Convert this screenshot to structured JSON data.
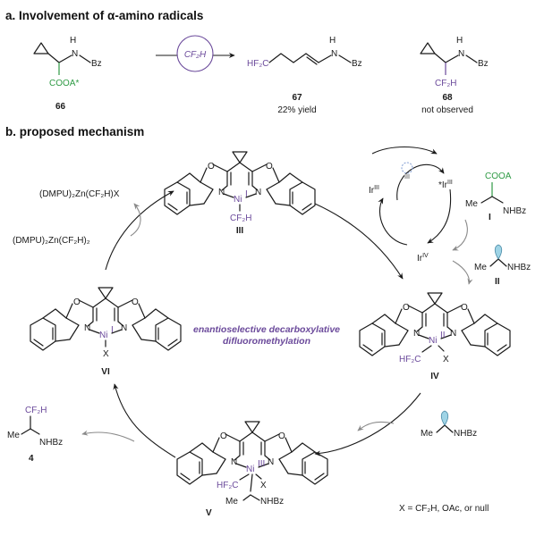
{
  "panel_a": {
    "heading": "a. Involvement of α-amino radicals",
    "reagent": "CF₂H",
    "cpd66": {
      "n": "H",
      "nbz": "N",
      "bz": "Bz",
      "cooa": "COOA*",
      "id": "66"
    },
    "cpd67": {
      "hf2c": "HF₂C",
      "h": "H",
      "n": "N",
      "bz": "Bz",
      "id": "67",
      "yield": "22% yield"
    },
    "cpd68": {
      "h": "H",
      "n": "N",
      "bz": "Bz",
      "cf2h": "CF₂H",
      "id": "68",
      "status": "not observed"
    }
  },
  "panel_b": {
    "heading": "b. proposed mechanism",
    "zn_out": "(DMPU)₂Zn(CF₂H)X",
    "zn_in": "(DMPU)₂Zn(CF₂H)₂",
    "note_line1": "enantioselective decarboxylative",
    "note_line2": "difluoromethylation",
    "x_note": "X = CF₂H, OAc, or null",
    "ir3": "Ir",
    "ir3_ox": "III",
    "ir3s": "*Ir",
    "ir3s_ox": "III",
    "ir4": "Ir",
    "ir4_ox": "IV",
    "substrate": {
      "cooa": "COOA",
      "me": "Me",
      "nhbz": "NHBz",
      "id": "I"
    },
    "radical_ii": {
      "me": "Me",
      "nhbz": "NHBz",
      "id": "II"
    },
    "radical_free": {
      "me": "Me",
      "nhbz": "NHBz"
    },
    "product4": {
      "cf2h": "CF₂H",
      "me": "Me",
      "nhbz": "NHBz",
      "id": "4"
    },
    "complex_III": {
      "ni": "Ni",
      "ox": "I",
      "lig": "CF₂H",
      "id": "III"
    },
    "complex_IV": {
      "ni": "Ni",
      "ox": "II",
      "lig1": "HF₂C",
      "lig2": "X",
      "id": "IV"
    },
    "complex_V": {
      "ni": "Ni",
      "ox": "III",
      "lig1": "HF₂C",
      "lig2": "X",
      "me": "Me",
      "nhbz": "NHBz",
      "id": "V"
    },
    "complex_VI": {
      "ni": "Ni",
      "ox": "I",
      "lig": "X",
      "id": "VI"
    },
    "atom_O": "O",
    "atom_N": "N"
  }
}
